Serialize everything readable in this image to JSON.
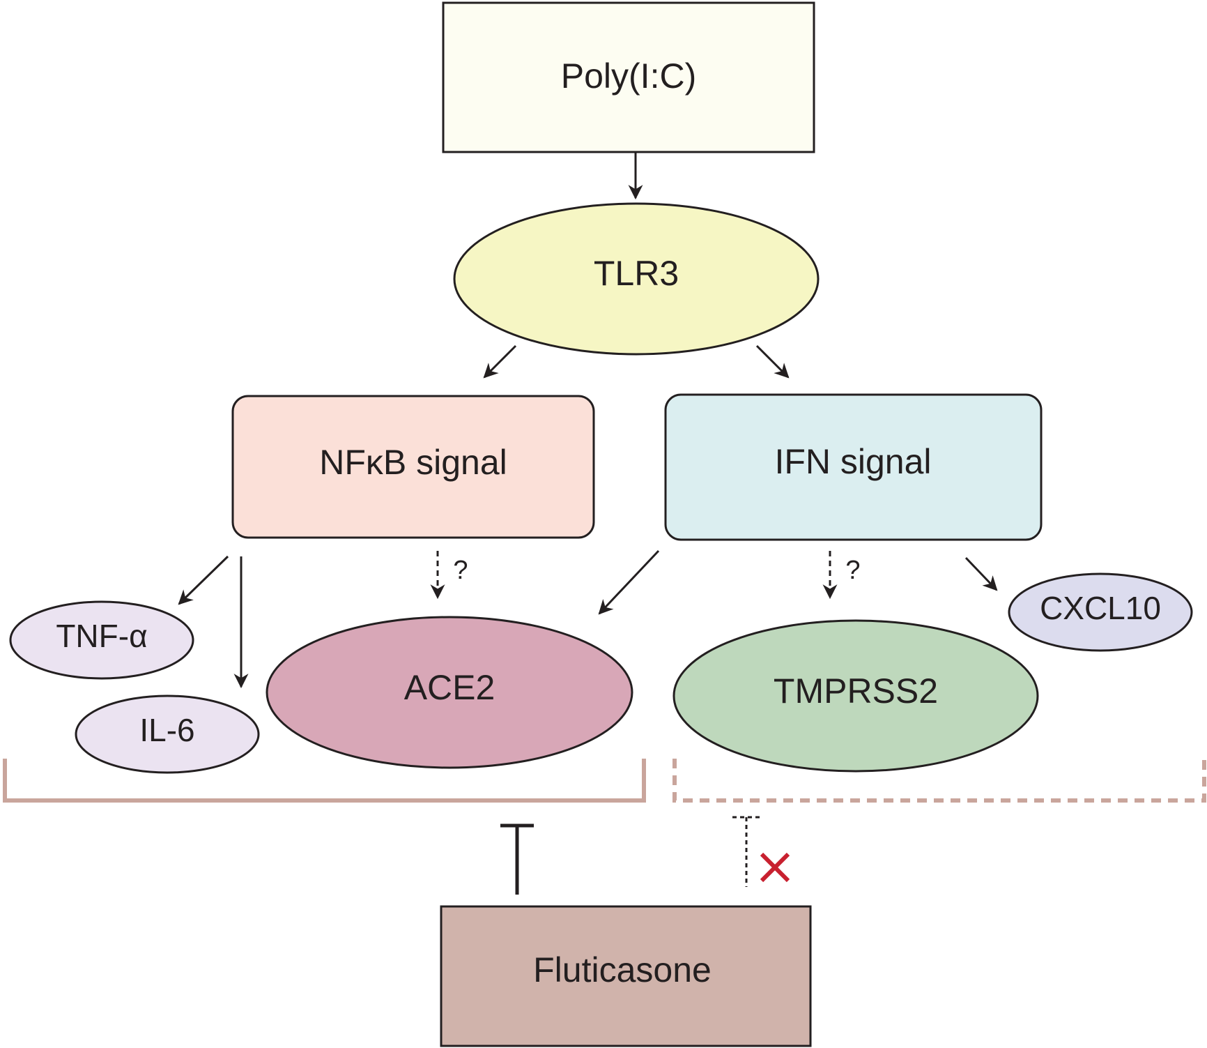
{
  "nodes": {
    "polyic": {
      "label": "Poly(I:C)",
      "fill": "#fdfdf2"
    },
    "tlr3": {
      "label": "TLR3",
      "fill": "#f6f6c4"
    },
    "nfkb": {
      "label": "NFκB signal",
      "fill": "#fbe0d8"
    },
    "ifn": {
      "label": "IFN signal",
      "fill": "#dbeef0"
    },
    "tnfa": {
      "label": "TNF-α",
      "fill": "#ebe3f1"
    },
    "il6": {
      "label": "IL-6",
      "fill": "#ebe3f1"
    },
    "ace2": {
      "label": "ACE2",
      "fill": "#d8a7b7"
    },
    "tmprss2": {
      "label": "TMPRSS2",
      "fill": "#bed8bc"
    },
    "cxcl10": {
      "label": "CXCL10",
      "fill": "#dcdcee"
    },
    "fluticasone": {
      "label": "Fluticasone",
      "fill": "#d0b3ab"
    }
  },
  "uncertain_marks": {
    "nfkb_to_ace2": "?",
    "ifn_to_tmprss2": "?"
  },
  "inhibition": {
    "effective": "T",
    "ineffective_mark": "✕"
  },
  "colors": {
    "bracket": "#c9a59c",
    "cross": "#c8202f",
    "stroke": "#231f20"
  }
}
